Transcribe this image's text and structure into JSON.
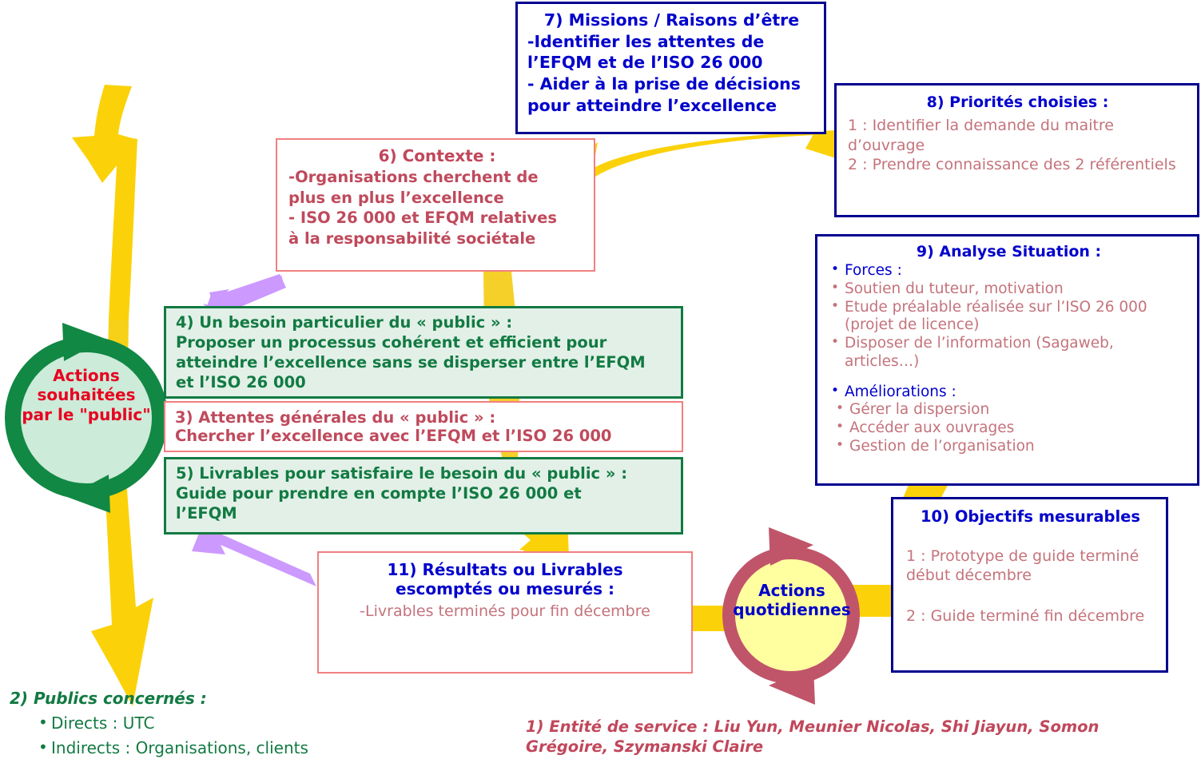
{
  "colors": {
    "blue_border": "#00008f",
    "blue_title": "#0000cc",
    "pink_border": "#f08080",
    "red_text": "#c4737b",
    "red_title": "#c1475b",
    "green_border": "#127a42",
    "green_fill": "#e2f0e8",
    "green_text": "#127a42",
    "yellow_arrow": "#fbd209",
    "purple_arrow": "#cc99ff",
    "circle_left_fill": "#ccebd9",
    "circle_left_stroke": "#118844",
    "circle_left_text": "#e8001f",
    "circle_right_fill": "#ffffa0",
    "circle_right_stroke": "#c0556a"
  },
  "box7": {
    "title": "7) Missions / Raisons d’être",
    "lines": [
      "-Identifier les attentes de",
      "l’EFQM et de l’ISO 26 000",
      "- Aider à la prise de décisions",
      "pour atteindre l’excellence"
    ]
  },
  "box8": {
    "title": "8) Priorités choisies :",
    "lines": [
      "1 : Identifier la demande du maitre d’ouvrage",
      "2 : Prendre connaissance des 2 référentiels"
    ]
  },
  "box9": {
    "title": "9) Analyse Situation :",
    "items": [
      {
        "text": "Forces :",
        "style": "blue",
        "indent": false
      },
      {
        "text": "Soutien du tuteur, motivation",
        "style": "red",
        "indent": false
      },
      {
        "text": "Etude préalable réalisée sur l’ISO 26 000 (projet de licence)",
        "style": "red",
        "indent": false
      },
      {
        "text": "Disposer de l’information (Sagaweb, articles…)",
        "style": "red",
        "indent": false
      }
    ],
    "items2": [
      {
        "text": "Améliorations :",
        "style": "blue",
        "indent": false
      },
      {
        "text": "Gérer la dispersion",
        "style": "red",
        "indent": true
      },
      {
        "text": "Accéder aux ouvrages",
        "style": "red",
        "indent": true
      },
      {
        "text": "Gestion de l’organisation",
        "style": "red",
        "indent": true
      }
    ]
  },
  "box10": {
    "title": "10) Objectifs mesurables",
    "line1": "1 : Prototype de guide terminé début décembre",
    "line2": "2 : Guide terminé fin décembre"
  },
  "box6": {
    "title": "6) Contexte :",
    "lines": [
      "-Organisations cherchent de",
      "plus en plus l’excellence",
      "- ISO 26 000 et EFQM relatives",
      "à la responsabilité sociétale"
    ]
  },
  "box4": {
    "lines": [
      "4) Un besoin particulier du « public » :",
      "Proposer un processus cohérent et efficient pour",
      "atteindre l’excellence sans se disperser entre l’EFQM",
      "et l’ISO 26 000"
    ]
  },
  "box3": {
    "lines": [
      "3) Attentes générales du « public » :",
      "Chercher l’excellence avec l’EFQM et l’ISO 26 000"
    ]
  },
  "box5": {
    "lines": [
      "5) Livrables pour satisfaire le besoin du « public » :",
      "Guide pour prendre en compte l’ISO 26 000 et",
      "l’EFQM"
    ]
  },
  "box11": {
    "title_line1": "11) Résultats ou Livrables",
    "title_line2": "escomptés ou mesurés :",
    "body": "-Livrables terminés pour fin décembre"
  },
  "circle_left": {
    "line1": "Actions",
    "line2": "souhaitées",
    "line3": "par le \"public\""
  },
  "circle_right": {
    "line1": "Actions",
    "line2": "quotidiennes"
  },
  "block2": {
    "title": "2) Publics concernés :",
    "items": [
      "Directs :  UTC",
      "Indirects : Organisations, clients"
    ]
  },
  "block1": {
    "line1": "1) Entité de service : Liu Yun, Meunier Nicolas, Shi Jiayun, Somon",
    "line2": "Grégoire, Szymanski Claire"
  }
}
